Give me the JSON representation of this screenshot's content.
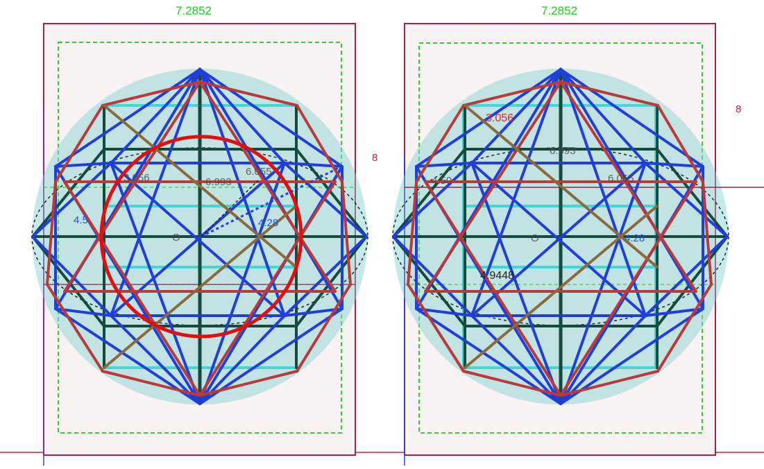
{
  "left_view": {
    "width_label": "7.2852",
    "height_label": "8",
    "center_label": "O",
    "edge_labels": [
      "3.056",
      "6.993",
      "6.055",
      "4.28",
      "4.5"
    ]
  },
  "right_view": {
    "width_label": "7.2852",
    "height_label": "8",
    "center_label": "O",
    "edge_labels": [
      "3.056",
      "6.993",
      "6.055",
      "4.28",
      "4.50"
    ],
    "measure_label": "4.9448"
  },
  "colors": {
    "frame": "#a0204e",
    "frame_fill": "#f8f2f2",
    "dashed_box": "#33cc33",
    "sphere": "#7fd1d3",
    "edges_blue": "#1f3fd6",
    "edges_red": "#b83a3a",
    "edges_cyan": "#3ed6d6",
    "edges_dark": "#154a3e",
    "edges_brown": "#8a6a3a",
    "circle_red": "#e01010",
    "axis_red": "#e02020",
    "axis_purple": "#7a2fa0",
    "axis_green": "#28a028",
    "axis_blue": "#2040e0"
  }
}
